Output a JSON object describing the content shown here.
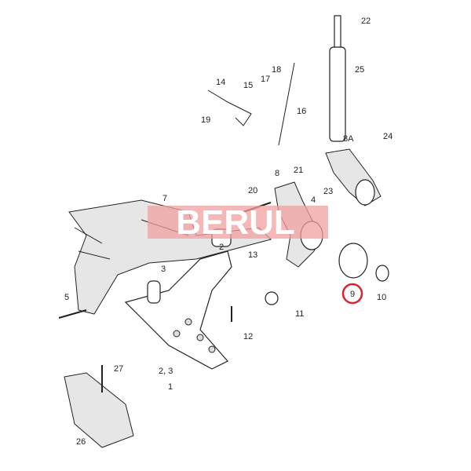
{
  "diagram": {
    "watermark": "BERUL",
    "highlight_color": "#d9232e",
    "highlighted_label": "9",
    "labels": [
      "22",
      "25",
      "18",
      "17",
      "14",
      "15",
      "16",
      "19",
      "24",
      "8A",
      "8",
      "21",
      "7",
      "20",
      "23",
      "2",
      "4",
      "13",
      "3",
      "10",
      "5",
      "11",
      "12",
      "27",
      "2, 3",
      "1",
      "26"
    ]
  }
}
